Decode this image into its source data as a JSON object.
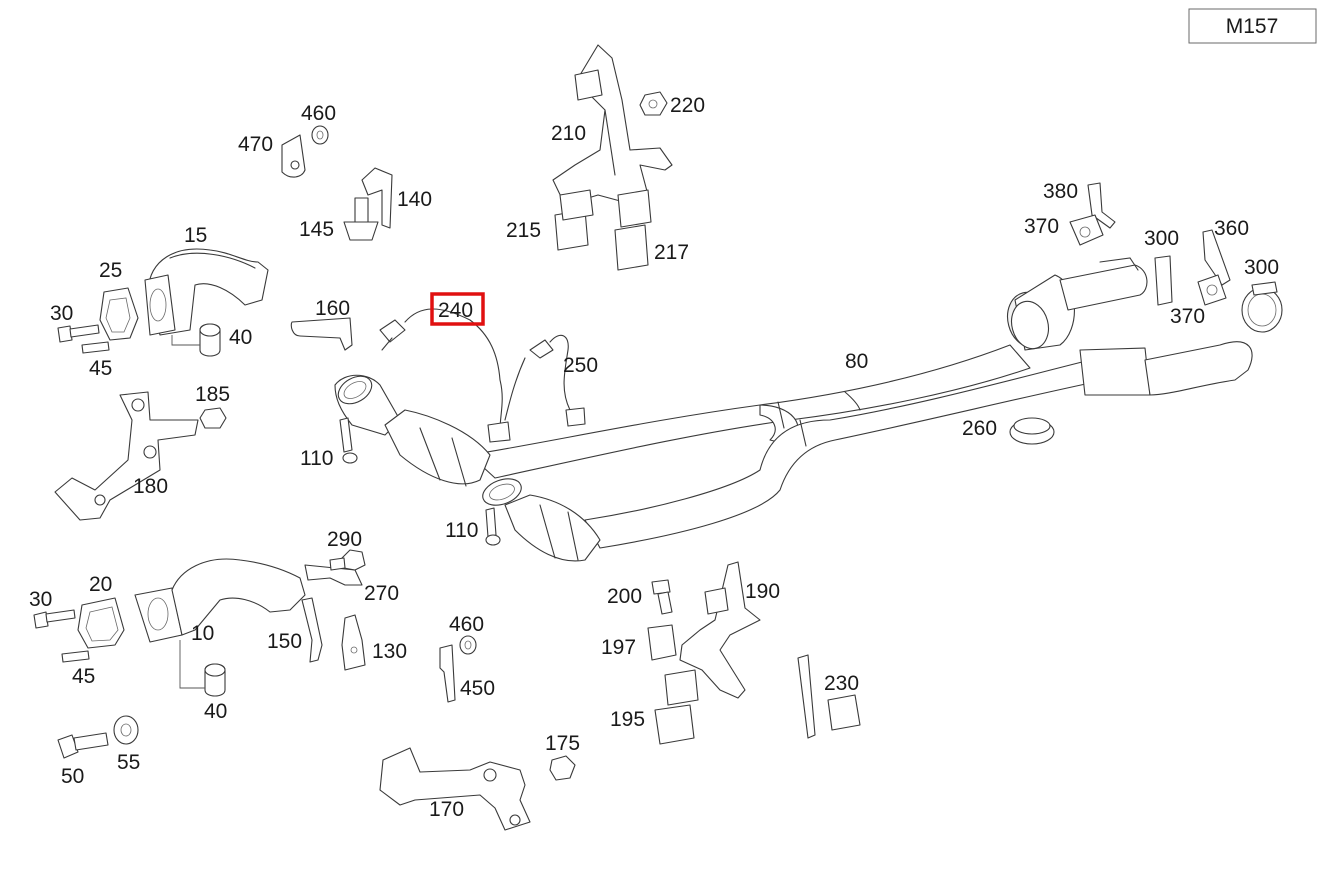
{
  "model_code": "M157",
  "highlighted_part": "240",
  "highlight_color": "#e01010",
  "part_numbers": {
    "p470": "470",
    "p460_top": "460",
    "p140": "140",
    "p145": "145",
    "p210": "210",
    "p220": "220",
    "p215": "215",
    "p217": "217",
    "p15": "15",
    "p25": "25",
    "p30_top": "30",
    "p45_top": "45",
    "p40_top": "40",
    "p160": "160",
    "p240": "240",
    "p250": "250",
    "p185": "185",
    "p180": "180",
    "p110_left": "110",
    "p110_mid": "110",
    "p80": "80",
    "p260": "260",
    "p380": "380",
    "p370_top": "370",
    "p300_mid": "300",
    "p360": "360",
    "p300_right": "300",
    "p370_bottom": "370",
    "p290": "290",
    "p270": "270",
    "p20": "20",
    "p30_bot": "30",
    "p10": "10",
    "p45_bot": "45",
    "p150": "150",
    "p130": "130",
    "p40_bot": "40",
    "p460_bot": "460",
    "p450": "450",
    "p50": "50",
    "p55": "55",
    "p175": "175",
    "p170": "170",
    "p200": "200",
    "p190": "190",
    "p197": "197",
    "p195": "195",
    "p230": "230"
  }
}
